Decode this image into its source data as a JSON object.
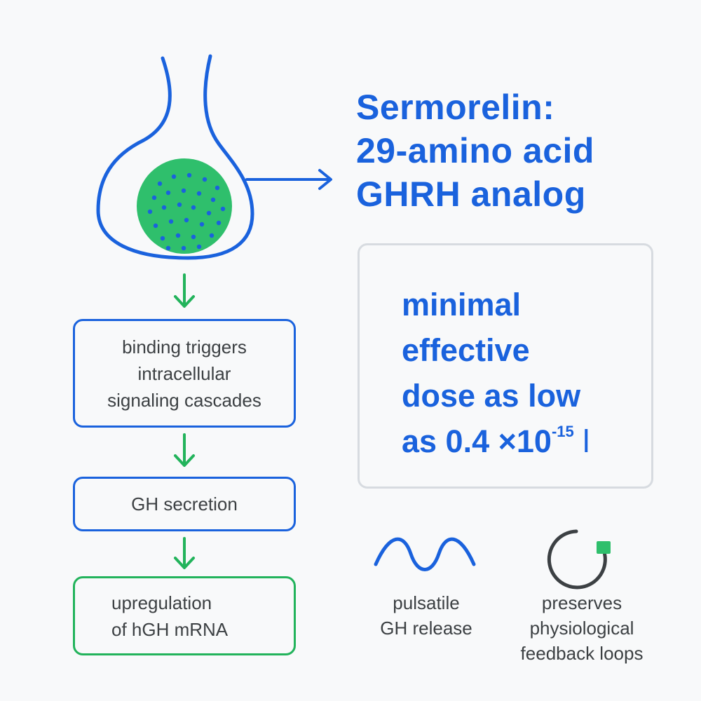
{
  "title": {
    "line1": "Sermorelin:",
    "line2": "29-amino acid",
    "line3": "GHRH analog"
  },
  "dose_note": {
    "line1": "minimal",
    "line2": "effective",
    "line3": "dose as low",
    "line4_base": "as 0.4 ×10",
    "line4_exponent": "-15",
    "line4_tail": " l"
  },
  "steps": [
    {
      "lines": [
        "binding triggers",
        "intracellular",
        "signaling cascades"
      ]
    },
    {
      "lines": [
        "GH secretion"
      ]
    },
    {
      "lines": [
        "upregulation",
        "of hGH mRNA"
      ]
    }
  ],
  "features": [
    {
      "icon": "wave-icon",
      "lines": [
        "pulsatile",
        "GH release"
      ]
    },
    {
      "icon": "feedback-loop-icon",
      "lines": [
        "preserves",
        "physiological",
        "feedback loops"
      ]
    }
  ],
  "colors": {
    "blue": "#1a62dd",
    "green": "#22b35b",
    "gray_text": "#3c4043",
    "box_border": "#d7dbe0",
    "dark_ring": "#3c4043"
  }
}
